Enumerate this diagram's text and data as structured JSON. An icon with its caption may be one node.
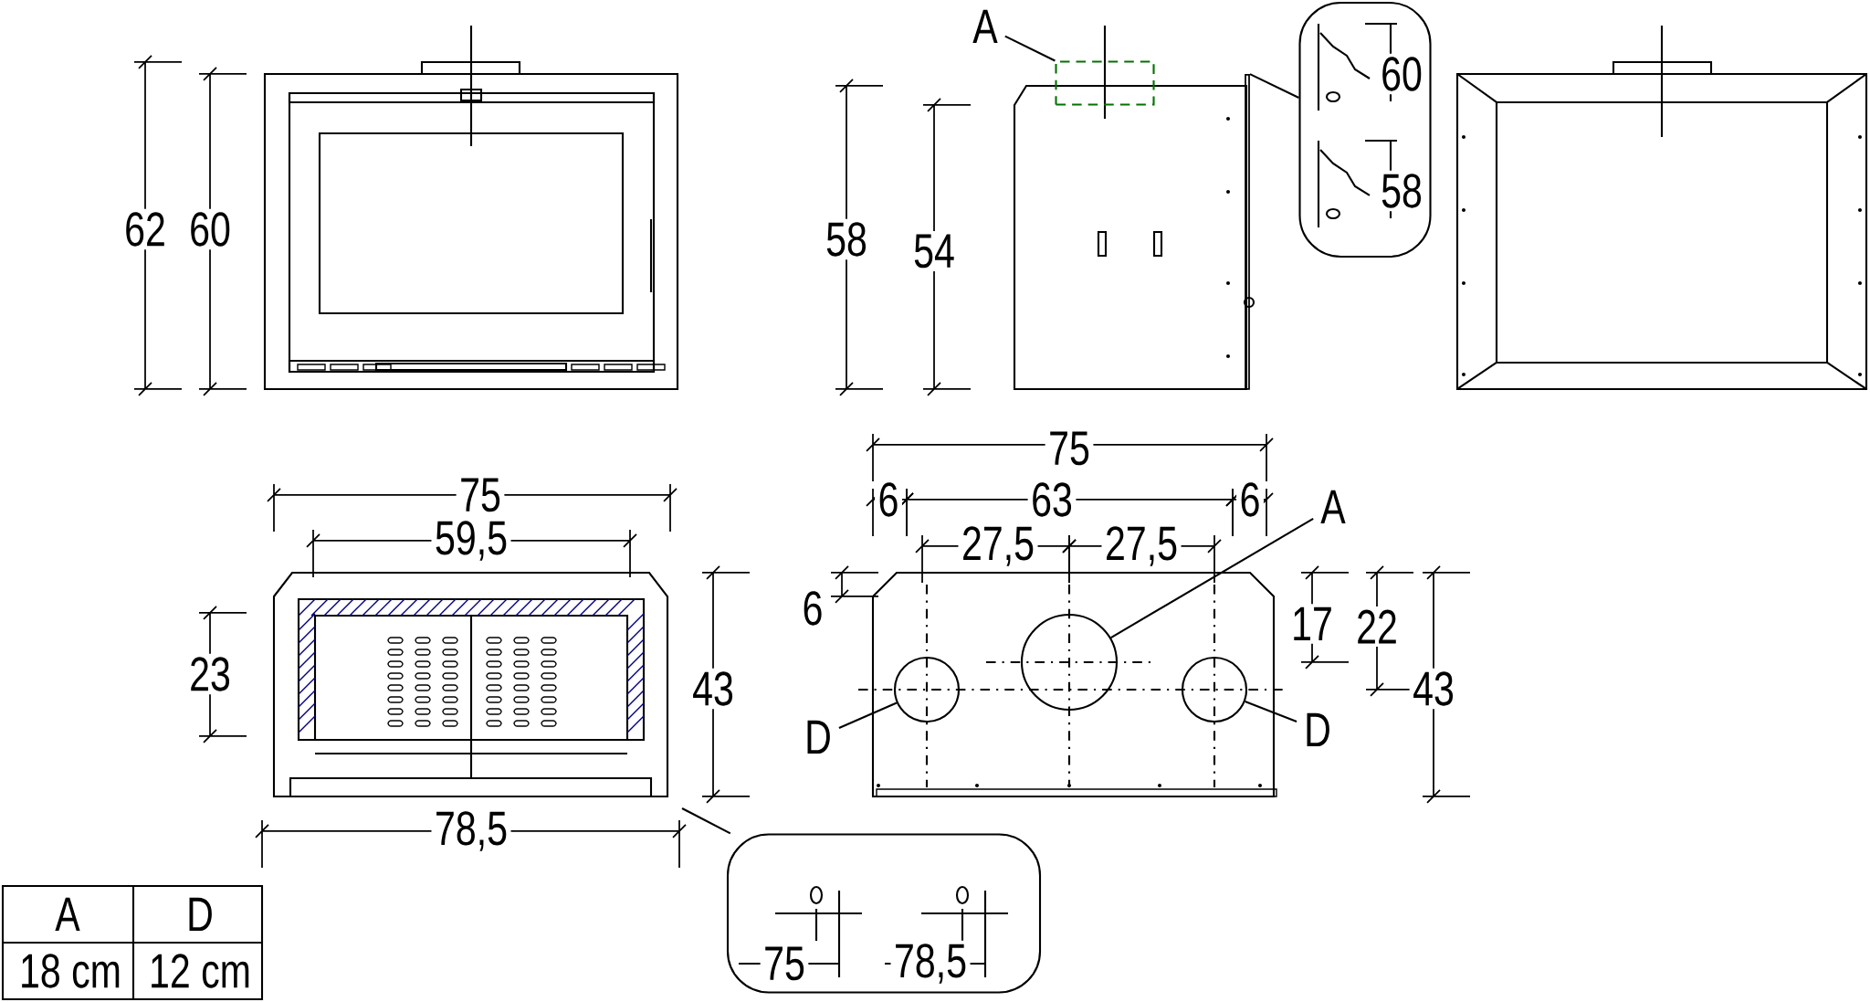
{
  "diagram": {
    "nodes": [
      {
        "text": [
          "A"
        ]
      },
      {
        "text": [],
        "shape": "box"
      },
      {
        "text": [
          "60",
          "58"
        ]
      },
      {
        "text": [
          "A"
        ]
      },
      {
        "text": [],
        "shape": "circle"
      },
      {
        "text": [
          "D"
        ]
      },
      {
        "text": [],
        "shape": "circle"
      },
      {
        "text": [
          "D"
        ]
      },
      {
        "text": [],
        "shape": "circle"
      },
      {
        "text": [
          "75",
          "78,5"
        ]
      },
      {
        "text": [],
        "shape": "bar"
      }
    ],
    "edges": [
      {
        "from": 0,
        "to": 1,
        "arrow": "none"
      },
      {
        "from": 10,
        "to": 2,
        "arrow": "none"
      },
      {
        "from": 3,
        "to": 6,
        "arrow": "none"
      },
      {
        "from": 5,
        "to": 4,
        "arrow": "none"
      },
      {
        "from": 7,
        "to": 8,
        "arrow": "none"
      },
      {
        "from": null,
        "to": 9,
        "arrow": "none"
      }
    ],
    "labels": [
      "62",
      "60",
      "58",
      "54",
      "75",
      "6",
      "63",
      "6",
      "27,5",
      "27,5",
      "6",
      "17",
      "22",
      "43",
      "75",
      "59,5",
      "23",
      "43",
      "78,5",
      "A",
      "D",
      "18 cm",
      "12 cm"
    ]
  }
}
